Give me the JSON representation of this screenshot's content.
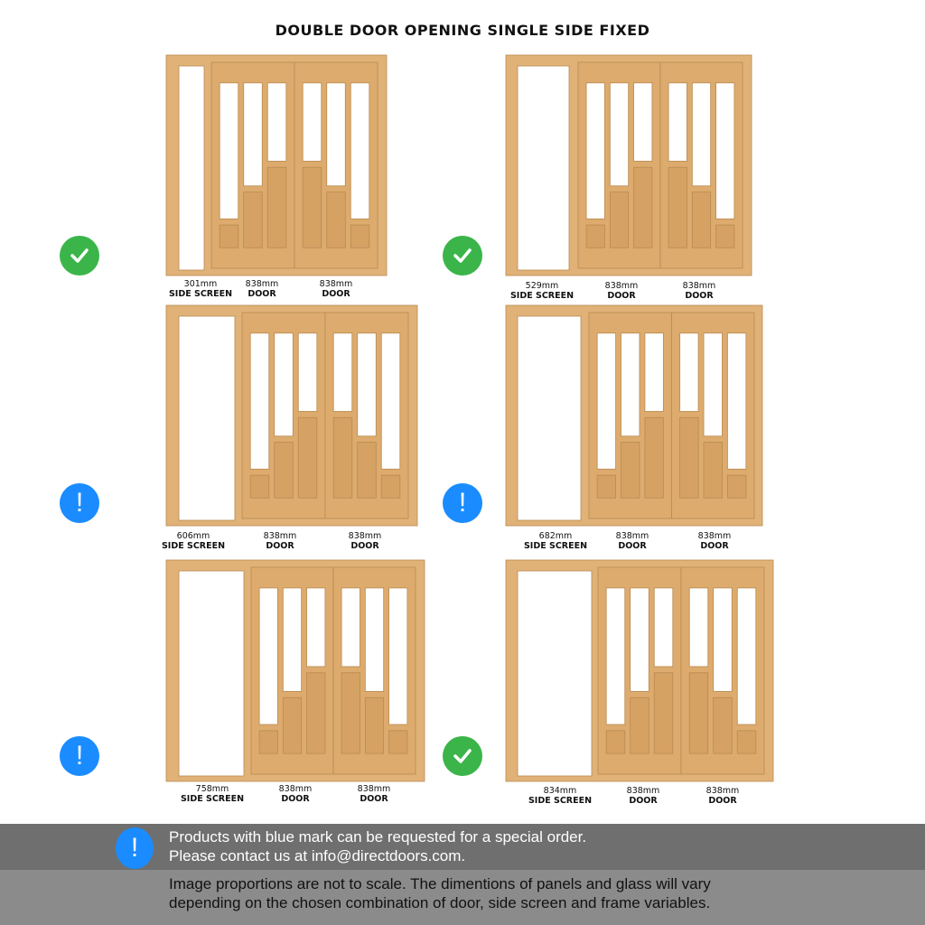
{
  "title": "DOUBLE DOOR OPENING SINGLE SIDE FIXED",
  "colors": {
    "wood": "#dcab6d",
    "wood_dark": "#b98a50",
    "glass": "#ffffff",
    "ok": "#3bb54a",
    "special": "#1a8cff"
  },
  "options": [
    {
      "status": "check-icon",
      "side_screen": "301mm",
      "side_label": "SIDE SCREEN",
      "door1": "838mm",
      "door2": "838mm",
      "door_label": "DOOR"
    },
    {
      "status": "check-icon",
      "side_screen": "529mm",
      "side_label": "SIDE SCREEN",
      "door1": "838mm",
      "door2": "838mm",
      "door_label": "DOOR"
    },
    {
      "status": "exclamation-icon",
      "side_screen": "606mm",
      "side_label": "SIDE SCREEN",
      "door1": "838mm",
      "door2": "838mm",
      "door_label": "DOOR"
    },
    {
      "status": "exclamation-icon",
      "side_screen": "682mm",
      "side_label": "SIDE SCREEN",
      "door1": "838mm",
      "door2": "838mm",
      "door_label": "DOOR"
    },
    {
      "status": "exclamation-icon",
      "side_screen": "758mm",
      "side_label": "SIDE SCREEN",
      "door1": "838mm",
      "door2": "838mm",
      "door_label": "DOOR"
    },
    {
      "status": "check-icon",
      "side_screen": "834mm",
      "side_label": "SIDE SCREEN",
      "door1": "838mm",
      "door2": "838mm",
      "door_label": "DOOR"
    }
  ],
  "footer": {
    "special_line1": "Products with blue mark can be requested for a special order.",
    "special_line2": "Please contact us at info@directdoors.com.",
    "note_line1": "Image proportions are not to scale. The dimentions of panels and glass will vary",
    "note_line2": "depending on the chosen combination of door, side screen and frame variables."
  }
}
